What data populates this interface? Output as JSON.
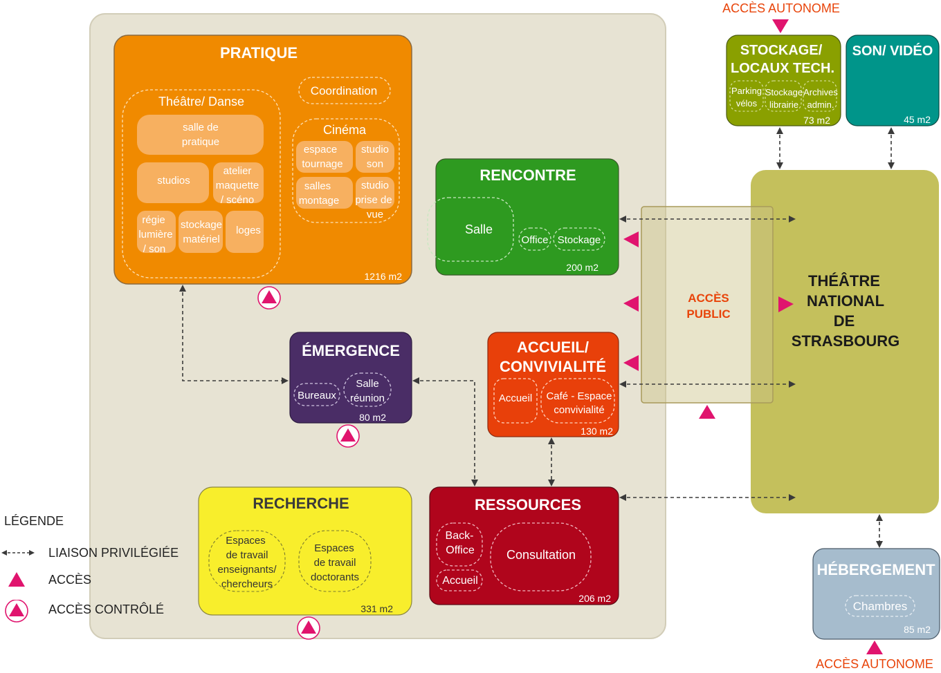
{
  "colors": {
    "background_zone": "#e7e3d3",
    "pratique": "#f08a00",
    "rencontre": "#2e9a20",
    "emergence": "#4a2d66",
    "accueil": "#e8400a",
    "recherche": "#f8ee2c",
    "ressources": "#b0051c",
    "stockage": "#8aa000",
    "son_video": "#00958a",
    "theatre": "#c4c05c",
    "hebergement": "#a6bccd",
    "access_pink": "#e0146e",
    "access_text": "#e8440a"
  },
  "blocks": {
    "pratique": {
      "title": "PRATIQUE",
      "area": "1216 m2",
      "theatre_danse": {
        "label": "Théâtre/ Danse",
        "rooms": [
          "salle de pratique",
          "studios",
          "atelier maquette / scéno",
          "régie lumière / son",
          "stockage matériel",
          "loges"
        ]
      },
      "coordination": "Coordination",
      "cinema": {
        "label": "Cinéma",
        "rooms": [
          "espace tournage",
          "studio son",
          "salles montage",
          "studio prise de vue"
        ]
      }
    },
    "rencontre": {
      "title": "RENCONTRE",
      "area": "200 m2",
      "rooms": [
        "Salle",
        "Office",
        "Stockage"
      ]
    },
    "emergence": {
      "title": "ÉMERGENCE",
      "area": "80 m2",
      "rooms": [
        "Bureaux",
        "Salle réunion"
      ]
    },
    "accueil": {
      "title": "ACCUEIL/ CONVIVIALITÉ",
      "area": "130 m2",
      "rooms": [
        "Accueil",
        "Café - Espace convivialité"
      ]
    },
    "recherche": {
      "title": "RECHERCHE",
      "area": "331 m2",
      "rooms": [
        "Espaces de travail enseignants/ chercheurs",
        "Espaces de travail doctorants"
      ]
    },
    "ressources": {
      "title": "RESSOURCES",
      "area": "206 m2",
      "rooms": [
        "Back- Office",
        "Accueil",
        "Consultation"
      ]
    },
    "stockage": {
      "title": "STOCKAGE/ LOCAUX TECH.",
      "area": "73 m2",
      "rooms": [
        "Parking vélos",
        "Stockage librairie",
        "Archives admin."
      ]
    },
    "son_video": {
      "title": "SON/ VIDÉO",
      "area": "45 m2"
    },
    "theatre": {
      "title": "THÉÂTRE NATIONAL DE STRASBOURG"
    },
    "hebergement": {
      "title": "HÉBERGEMENT",
      "area": "85 m2",
      "rooms": [
        "Chambres"
      ]
    }
  },
  "access": {
    "autonome_top": "ACCÈS AUTONOME",
    "autonome_bottom": "ACCÈS AUTONOME",
    "public": "ACCÈS PUBLIC"
  },
  "legend": {
    "title": "LÉGENDE",
    "items": [
      "LIAISON PRIVILÉGIÉE",
      "ACCÈS",
      "ACCÈS CONTRÔLÉ"
    ]
  }
}
